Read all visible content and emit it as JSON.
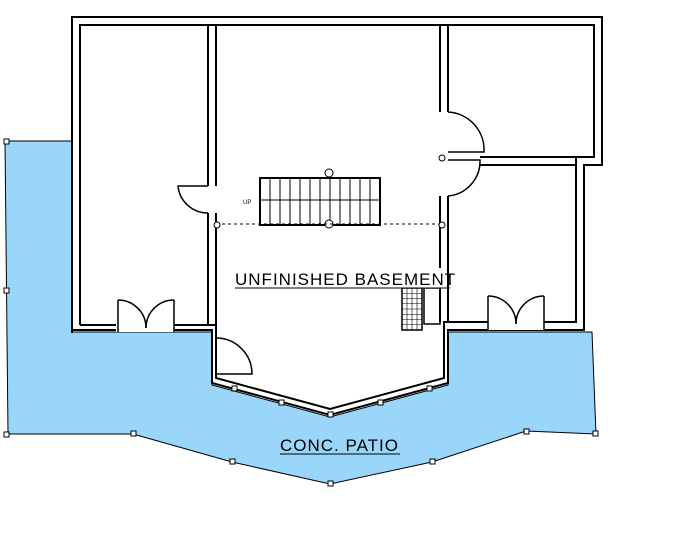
{
  "labels": {
    "basement": "UNFINISHED BASEMENT",
    "patio": "CONC. PATIO",
    "stair_up": "UP"
  },
  "colors": {
    "patio_fill": "#99d6fa",
    "wall": "#000000",
    "background": "#ffffff"
  }
}
